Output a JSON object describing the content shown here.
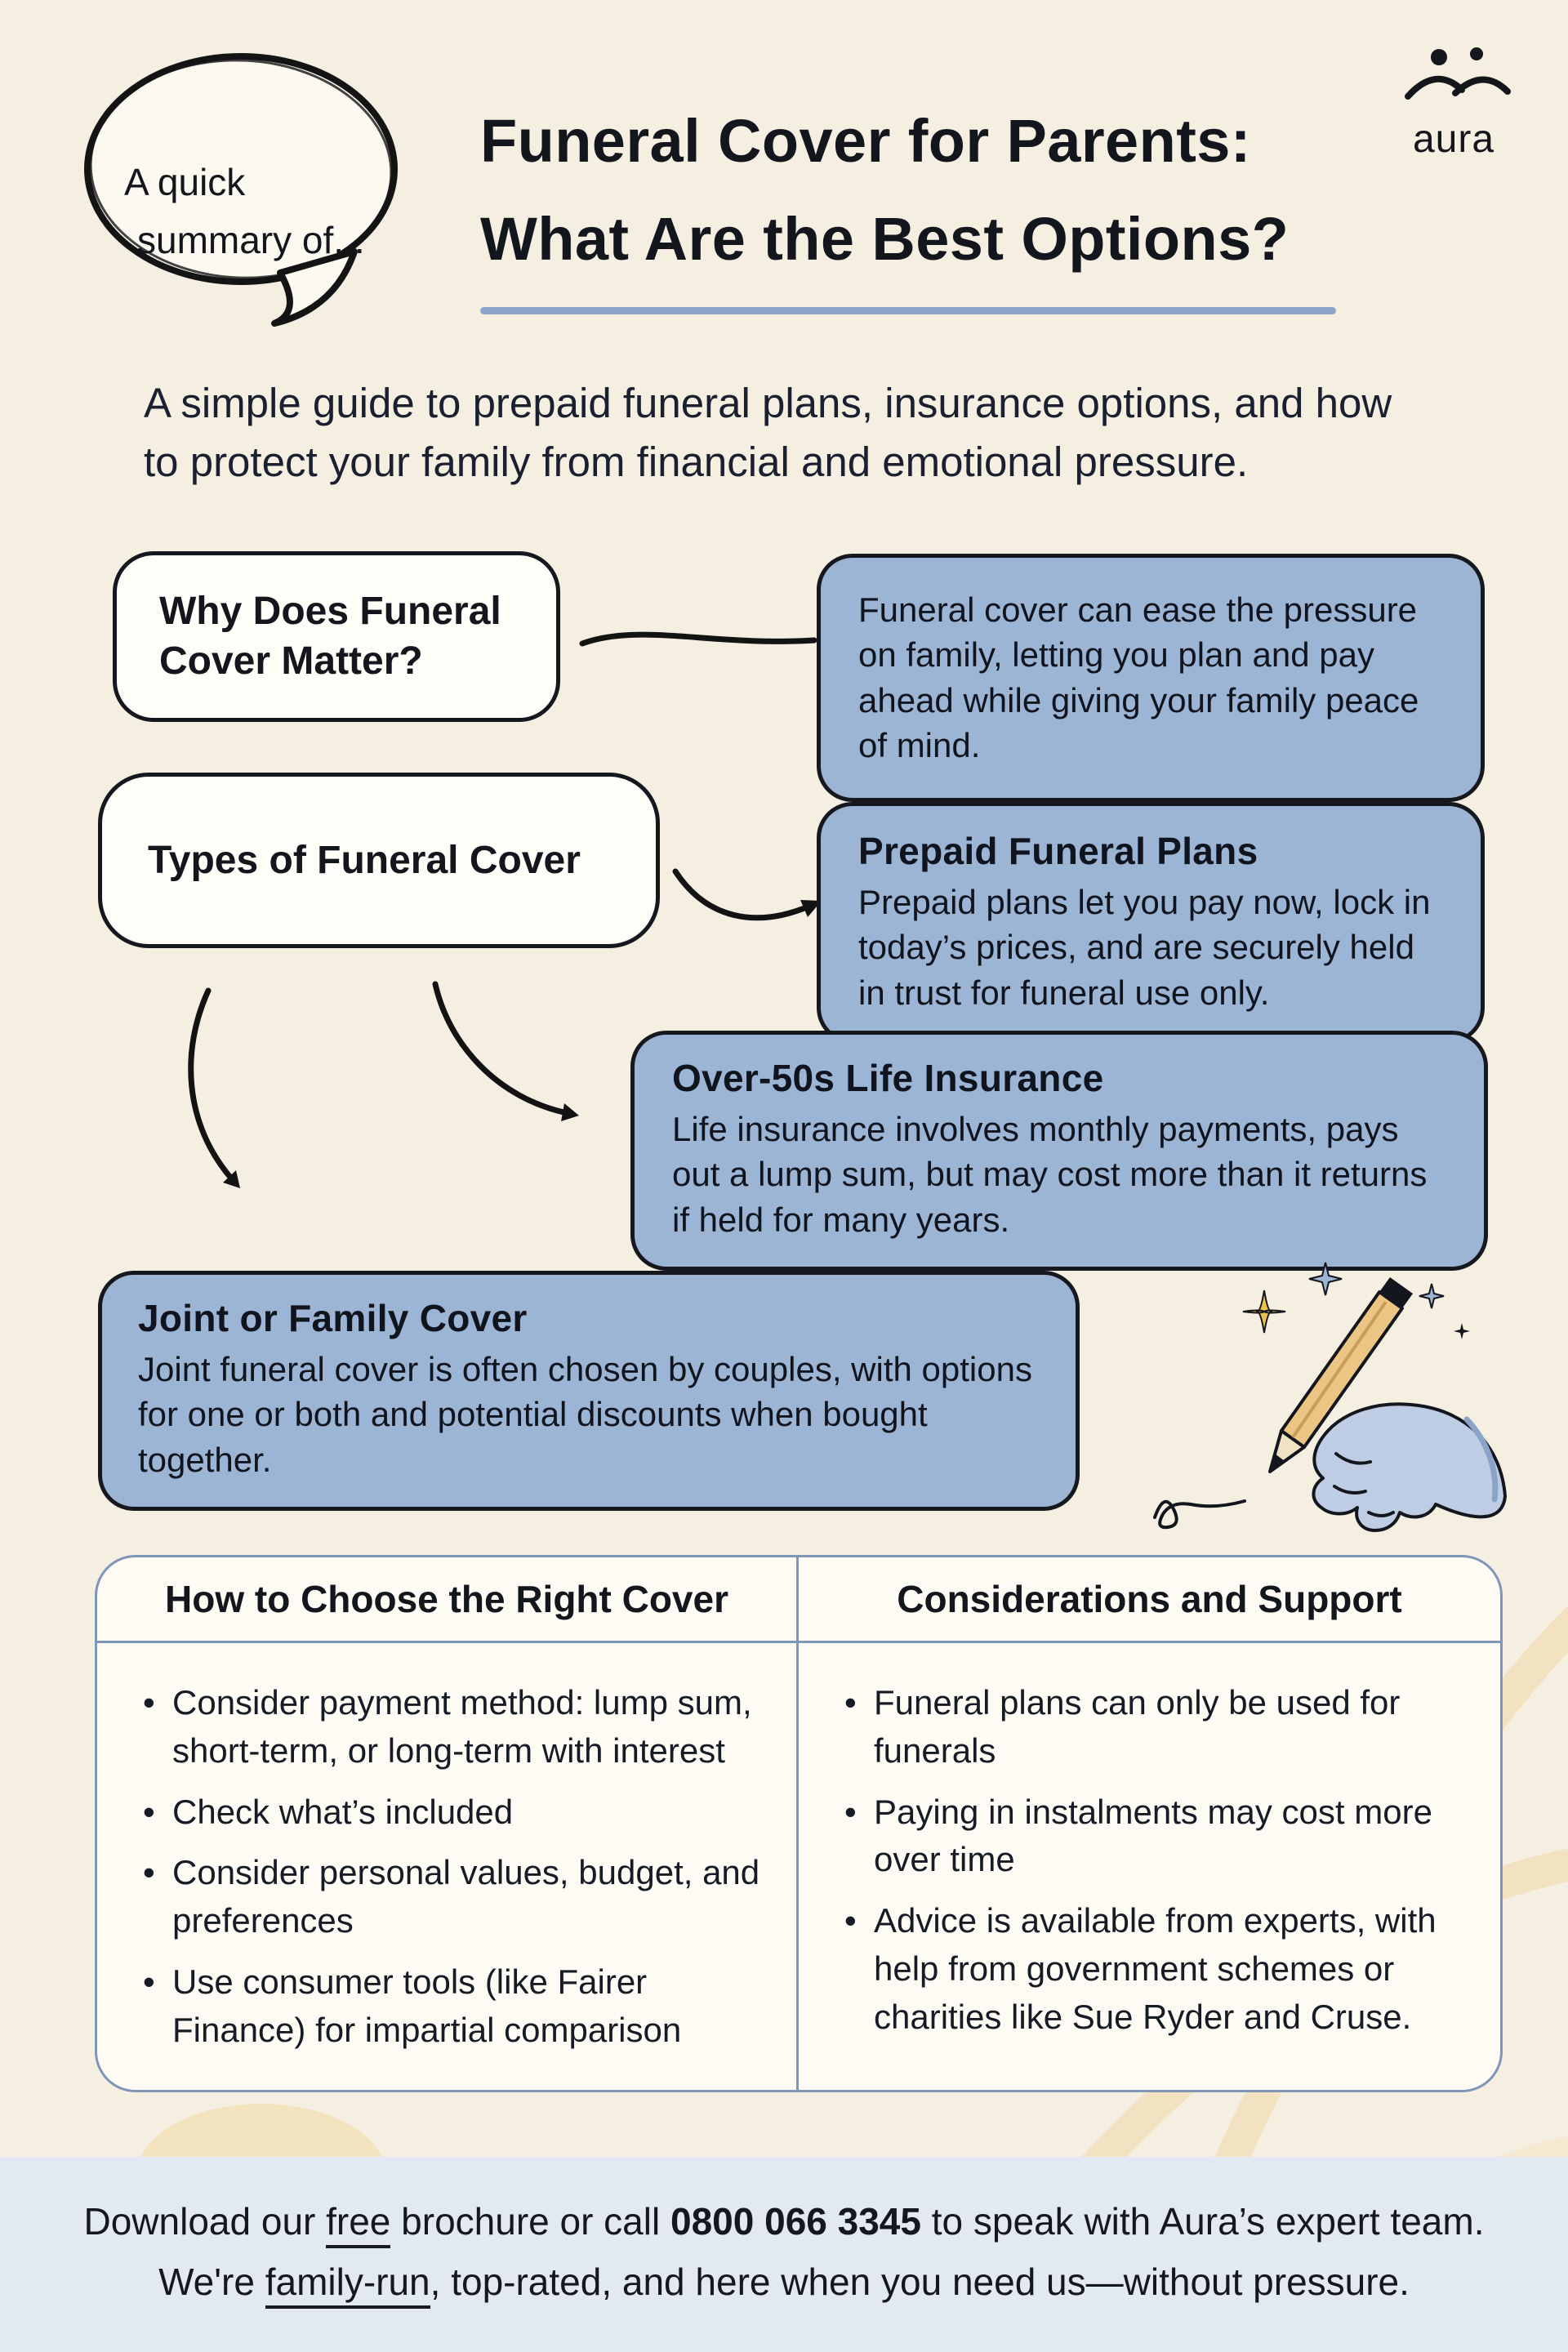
{
  "bubble": {
    "line1": "A quick",
    "line2": "summary of..."
  },
  "logo": {
    "wordmark": "aura"
  },
  "header": {
    "title_line1": "Funeral Cover for Parents:",
    "title_line2": "What Are the Best Options?",
    "subtitle": "A simple guide to prepaid funeral plans, insurance options, and how to protect your family from financial and emotional pressure."
  },
  "cards": {
    "why": {
      "label": "Why Does Funeral Cover Matter?",
      "body": "Funeral cover can ease the pressure on family, letting you plan and pay ahead while giving your family peace of mind."
    },
    "types_label": "Types of Funeral Cover",
    "prepaid": {
      "title": "Prepaid Funeral Plans",
      "body": "Prepaid plans let you pay now, lock in today’s prices, and are securely held in trust for funeral use only."
    },
    "over50s": {
      "title": "Over-50s Life Insurance",
      "body": "Life insurance involves monthly payments, pays out a lump sum, but may cost more than it returns if held for many years."
    },
    "joint": {
      "title": "Joint or Family Cover",
      "body": "Joint funeral cover is often chosen by couples, with options for one or both and potential discounts when bought together."
    }
  },
  "table": {
    "left": {
      "header": "How to Choose the Right Cover",
      "items": [
        "Consider payment method: lump sum, short-term, or long-term with interest",
        "Check what’s included",
        "Consider personal values, budget, and preferences",
        "Use consumer tools (like Fairer Finance) for impartial comparison"
      ]
    },
    "right": {
      "header": "Considerations and Support",
      "items": [
        "Funeral plans can only be used for funerals",
        "Paying in instalments may cost more over time",
        "Advice is available from experts, with help from government schemes or charities like Sue Ryder and Cruse."
      ]
    }
  },
  "footer": {
    "line1_prefix": "Download our ",
    "line1_free": "free",
    "line1_mid": " brochure or call ",
    "line1_phone": "0800 066 3345",
    "line1_suffix": " to speak with Aura’s expert team.",
    "line2_prefix": "We're ",
    "line2_fam": "family-run",
    "line2_suffix": ", top-rated, and here when you need us—without pressure."
  },
  "colors": {
    "background": "#f5efe2",
    "accent_blue": "#9db5d4",
    "card_border": "#16181f",
    "divider_blue": "#8ba6c8",
    "table_border": "#7f96b7",
    "footer_bg": "#e3e9f2",
    "gold": "#ecc24e"
  }
}
